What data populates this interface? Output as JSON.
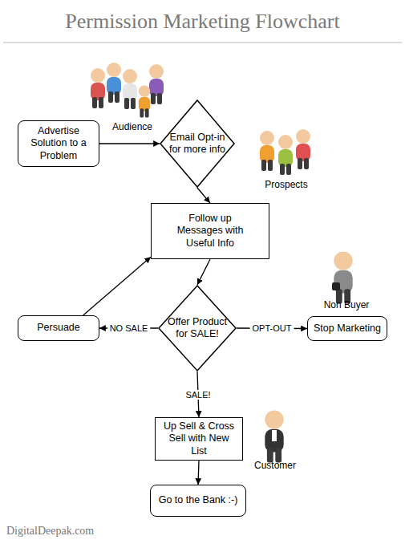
{
  "diagram": {
    "title": "Permission Marketing Flowchart",
    "nodes": [
      {
        "text": [
          "Advertise Solution to a Problem"
        ]
      },
      {
        "text": [
          "Email Opt-in for more info"
        ]
      },
      {
        "text": [
          "Follow up Messages with Useful Info"
        ]
      },
      {
        "text": [
          "Persuade"
        ]
      },
      {
        "text": [
          "Offer Product for SALE!"
        ]
      },
      {
        "text": [
          "Stop Marketing"
        ]
      },
      {
        "text": [
          "Up Sell & Cross Sell with New List"
        ]
      },
      {
        "text": [
          "Go to the Bank :-)"
        ]
      }
    ],
    "edges": [
      {
        "from": 0,
        "to": 1,
        "arrow": "to"
      },
      {
        "from": 1,
        "to": 2,
        "arrow": "to"
      },
      {
        "from": 2,
        "to": 4,
        "arrow": "to"
      },
      {
        "from": 4,
        "to": 3,
        "label": "NO SALE",
        "arrow": "to"
      },
      {
        "from": 3,
        "to": 2,
        "arrow": "to"
      },
      {
        "from": 4,
        "to": 5,
        "label": "OPT-OUT",
        "arrow": "to"
      },
      {
        "from": 4,
        "to": 6,
        "label": "SALE!",
        "arrow": "to"
      },
      {
        "from": 6,
        "to": 7,
        "arrow": "to"
      }
    ],
    "labels": [
      "Audience",
      "Prospects",
      "Non Buyer",
      "Customer",
      "DigitalDeepak.com"
    ]
  }
}
